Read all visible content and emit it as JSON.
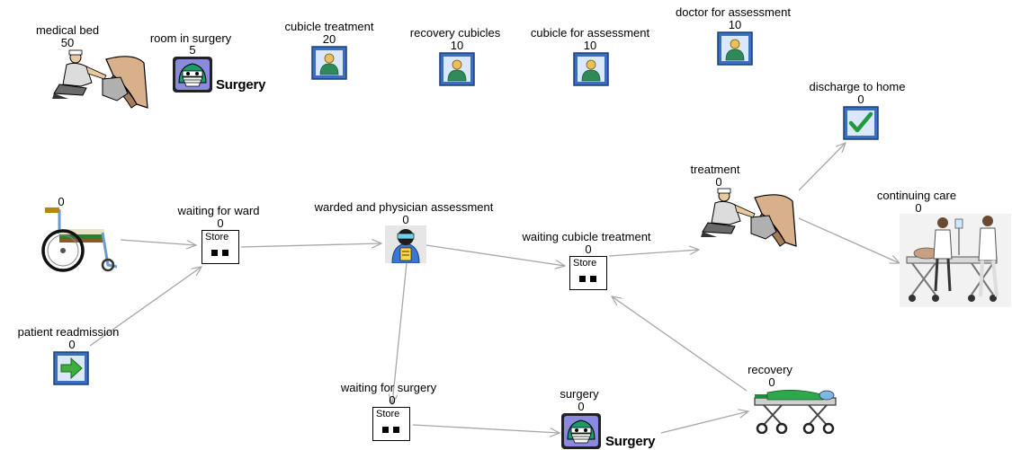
{
  "resources": {
    "medical_bed": {
      "label": "medical bed",
      "value": "50"
    },
    "room_in_surgery": {
      "label": "room in surgery",
      "value": "5",
      "badge": "Surgery"
    },
    "cubicle_treatment": {
      "label": "cubicle treatment",
      "value": "20"
    },
    "recovery_cubicles": {
      "label": "recovery cubicles",
      "value": "10"
    },
    "cubicle_for_assessment": {
      "label": "cubicle for assessment",
      "value": "10"
    },
    "doctor_for_assessment": {
      "label": "doctor for assessment",
      "value": "10"
    }
  },
  "flow": {
    "arrival": {
      "label": "",
      "value": "0"
    },
    "patient_readmission": {
      "label": "patient readmission",
      "value": "0"
    },
    "waiting_for_ward": {
      "label": "waiting for ward",
      "value": "0",
      "store": "Store"
    },
    "warded_assessment": {
      "label": "warded and physician assessment",
      "value": "0"
    },
    "waiting_cubicle_treatment": {
      "label": "waiting cubicle treatment",
      "value": "0",
      "store": "Store"
    },
    "treatment": {
      "label": "treatment",
      "value": "0"
    },
    "discharge_to_home": {
      "label": "discharge to home",
      "value": "0"
    },
    "continuing_care": {
      "label": "continuing care",
      "value": "0"
    },
    "waiting_for_surgery": {
      "label": "waiting for surgery",
      "value": "0",
      "store": "Store"
    },
    "surgery": {
      "label": "surgery",
      "value": "0",
      "badge": "Surgery"
    },
    "recovery": {
      "label": "recovery",
      "value": "0"
    }
  },
  "colors": {
    "edge": "#a6a6a6",
    "panel_blue": "#3a6fbf",
    "panel_light": "#dbe8fb",
    "person_green": "#2e8b57",
    "person_skin": "#e8c15a",
    "check_green": "#1f9a3c",
    "arrow_green": "#3fae3f"
  }
}
